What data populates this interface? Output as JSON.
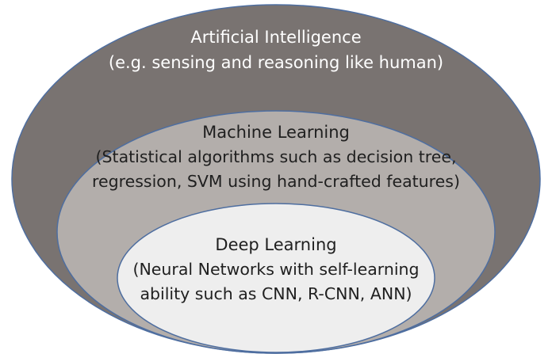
{
  "colors": {
    "ai_fill": "#797371",
    "ml_fill": "#b3aeab",
    "dl_fill": "#eeeeee",
    "outline": "#4e6ea0",
    "ai_text": "#ffffff",
    "dark_text": "#1f1f1f"
  },
  "layers": {
    "ai": {
      "title": "Artificial Intelligence",
      "description": "(e.g. sensing and reasoning like human)"
    },
    "ml": {
      "title": "Machine Learning",
      "description_line1": "(Statistical algorithms such as decision tree,",
      "description_line2": "regression, SVM using hand-crafted features)"
    },
    "dl": {
      "title": "Deep Learning",
      "description_line1": "(Neural Networks with self-learning",
      "description_line2": "ability such as CNN, R-CNN, ANN)"
    }
  }
}
